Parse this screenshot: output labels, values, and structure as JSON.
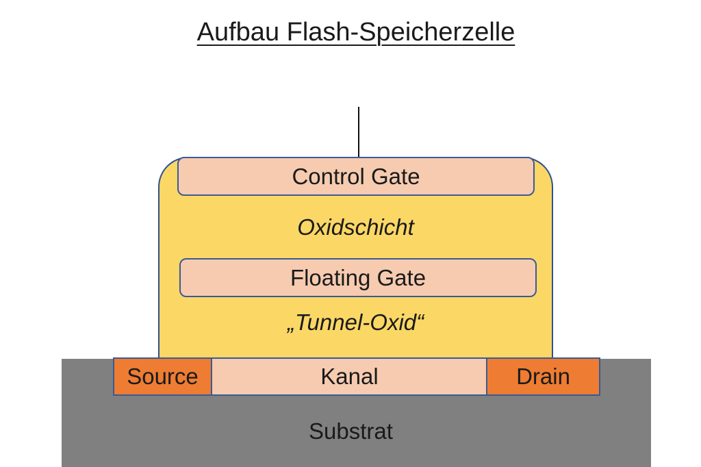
{
  "title": "Aufbau Flash-Speicherzelle",
  "layers": {
    "control_gate": "Control Gate",
    "oxide": "Oxidschicht",
    "floating_gate": "Floating Gate",
    "tunnel_oxide": "„Tunnel-Oxid“",
    "source": "Source",
    "channel": "Kanal",
    "drain": "Drain",
    "substrate": "Substrat"
  },
  "colors": {
    "oxide": "#fbd766",
    "gate": "#f6cbb0",
    "source_drain": "#ee7c32",
    "substrate": "#808080",
    "outline": "#2f4f8f"
  }
}
